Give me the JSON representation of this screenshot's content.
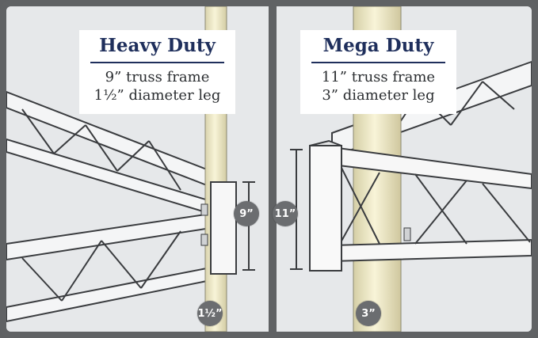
{
  "left_label": {
    "title": "Heavy Duty",
    "line1": "9” truss frame",
    "line2": "1½” diameter leg"
  },
  "right_label": {
    "title": "Mega Duty",
    "line1": "11” truss frame",
    "line2": "3” diameter leg"
  },
  "badges": {
    "left_height": "9”",
    "right_height": "11”",
    "left_diameter": "1½”",
    "right_diameter": "3”"
  },
  "colors": {
    "navy": "#1f2f5c",
    "leg": "#f3efcf",
    "frame_border": "#606264",
    "badge": "#6b6d70"
  }
}
